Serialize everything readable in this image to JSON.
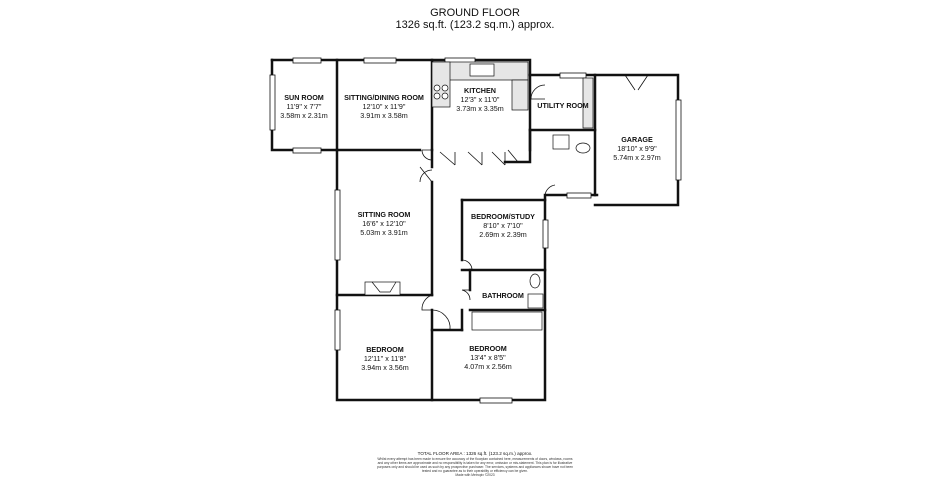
{
  "header": {
    "floor": "GROUND FLOOR",
    "area": "1326 sq.ft. (123.2 sq.m.) approx."
  },
  "rooms": {
    "sun_room": {
      "name": "SUN ROOM",
      "imperial": "11'9\" x 7'7\"",
      "metric": "3.58m x 2.31m"
    },
    "sitting_dining": {
      "name": "SITTING/DINING ROOM",
      "imperial": "12'10\" x 11'9\"",
      "metric": "3.91m x 3.58m"
    },
    "kitchen": {
      "name": "KITCHEN",
      "imperial": "12'3\" x 11'0\"",
      "metric": "3.73m x 3.35m"
    },
    "utility": {
      "name": "UTILITY ROOM"
    },
    "garage": {
      "name": "GARAGE",
      "imperial": "18'10\" x 9'9\"",
      "metric": "5.74m x 2.97m"
    },
    "sitting_room": {
      "name": "SITTING ROOM",
      "imperial": "16'6\" x 12'10\"",
      "metric": "5.03m x 3.91m"
    },
    "bedroom_study": {
      "name": "BEDROOM/STUDY",
      "imperial": "8'10\" x 7'10\"",
      "metric": "2.69m x 2.39m"
    },
    "bathroom": {
      "name": "BATHROOM"
    },
    "bedroom1": {
      "name": "BEDROOM",
      "imperial": "12'11\" x 11'8\"",
      "metric": "3.94m x 3.56m"
    },
    "bedroom2": {
      "name": "BEDROOM",
      "imperial": "13'4\" x 8'5\"",
      "metric": "4.07m x 2.56m"
    }
  },
  "footer": {
    "total_area": "TOTAL FLOOR AREA : 1326 sq.ft. (123.2 sq.m.) approx.",
    "disclaimer": "Whilst every attempt has been made to ensure the accuracy of the floorplan contained here, measurements of doors, windows, rooms and any other items are approximate and no responsibility is taken for any error, omission or mis-statement. This plan is for illustrative purposes only and should be used as such by any prospective purchaser. The services, systems and appliances shown have not been tested and no guarantee as to their operability or efficiency can be given.",
    "credit": "Made with Metropix ©2023"
  },
  "colors": {
    "wall": "#111111",
    "fixture_fill": "#e6e6e6",
    "window": "#ffffff"
  }
}
